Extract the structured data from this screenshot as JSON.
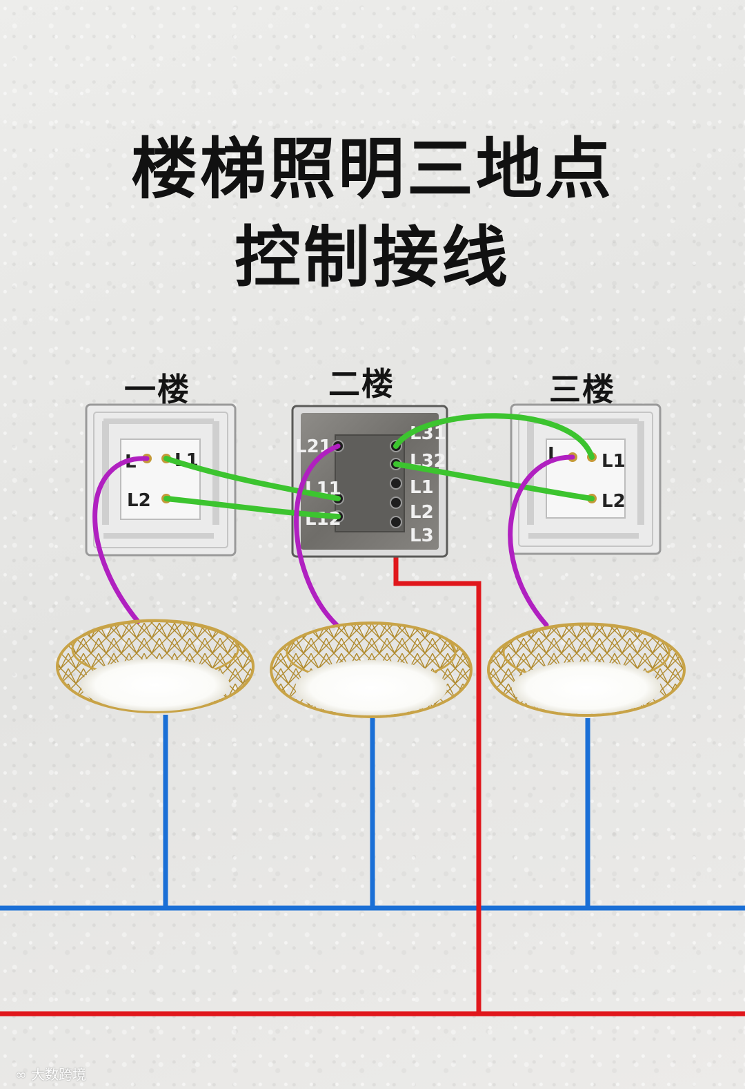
{
  "title": {
    "line1": "楼梯照明三地点",
    "line2": "控制接线"
  },
  "floors": {
    "first": "一楼",
    "second": "二楼",
    "third": "三楼"
  },
  "switch_left": {
    "terminals": {
      "l": "L",
      "l1": "L1",
      "l2": "L2"
    }
  },
  "switch_middle": {
    "terminals": {
      "l21": "L21",
      "l31": "L31",
      "l32": "L32",
      "l11": "L11",
      "l12": "L12",
      "l1": "L1",
      "l2": "L2",
      "l3": "L3"
    }
  },
  "switch_right": {
    "terminals": {
      "l": "L",
      "l1": "L1",
      "l2": "L2"
    }
  },
  "watermark": "大数跨境",
  "colors": {
    "live": "#e0161b",
    "neutral": "#1a6fd6",
    "traveler": "#3cc42f",
    "switched": "#b020c0",
    "lamp_frame": "#c8a347"
  }
}
